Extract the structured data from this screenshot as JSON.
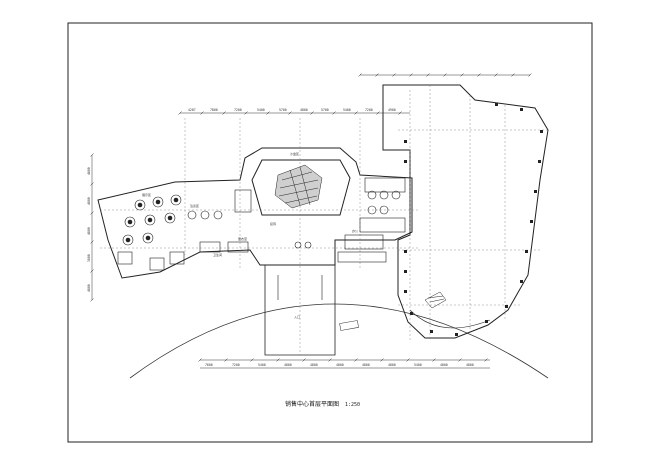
{
  "drawing": {
    "title": "销售中心首层平面图",
    "scale": "1:250"
  },
  "dimensions": {
    "top": [
      "4287",
      "7800",
      "7200",
      "5400",
      "5700",
      "4800",
      "5700",
      "5400",
      "7200",
      "4900"
    ],
    "bottom": [
      "7600",
      "7200",
      "5400",
      "4800",
      "4800",
      "4800",
      "4800",
      "4800",
      "5400",
      "4800",
      "4800"
    ],
    "left": [
      "4800",
      "4800",
      "4800",
      "3600",
      "4800"
    ]
  },
  "room_labels": [
    "展示区",
    "沙盘区",
    "洽谈区",
    "接待",
    "办公",
    "更衣室",
    "卫生间",
    "入口"
  ]
}
